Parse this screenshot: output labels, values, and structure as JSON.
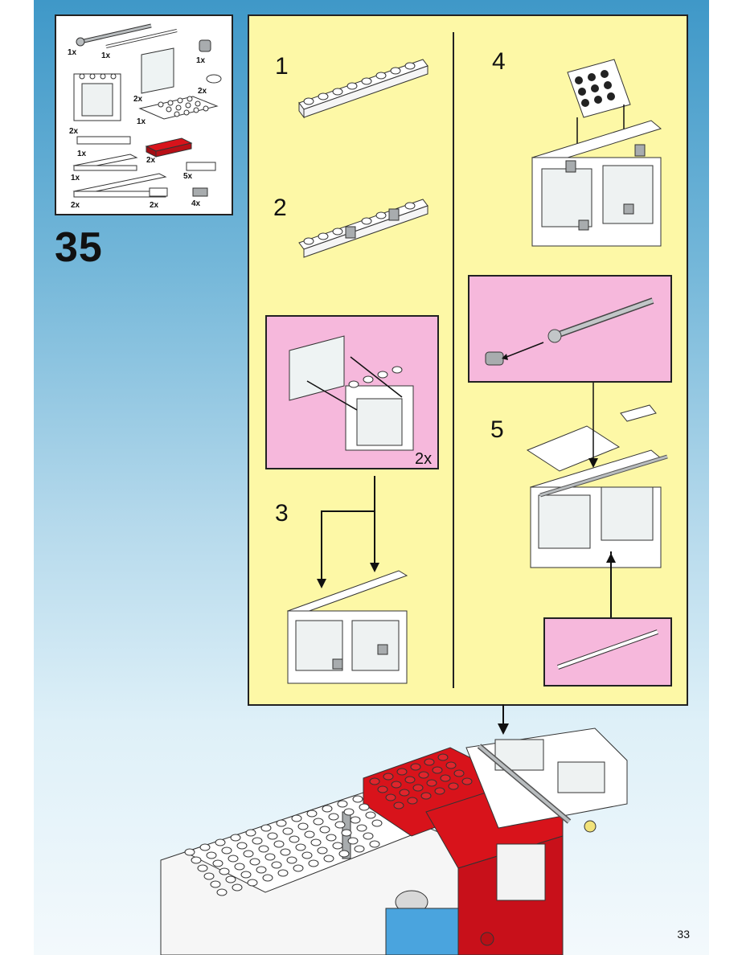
{
  "step": {
    "number": "35"
  },
  "parts_list": {
    "quantities": [
      "1x",
      "1x",
      "1x",
      "2x",
      "2x",
      "2x",
      "1x",
      "1x",
      "2x",
      "1x",
      "5x",
      "2x",
      "2x",
      "4x"
    ]
  },
  "substeps": [
    {
      "label": "1"
    },
    {
      "label": "2"
    },
    {
      "label": "3"
    },
    {
      "label": "4"
    },
    {
      "label": "5"
    }
  ],
  "callouts": {
    "window_subassembly_multiplier": "2x"
  },
  "colors": {
    "page_gradient_top": "#3f98c8",
    "page_gradient_bottom": "#f3f9fc",
    "panel_yellow": "#fdf8a6",
    "callout_pink": "#f6b8dc",
    "brick_red": "#d8131b",
    "brick_white": "#ffffff",
    "brick_gray": "#a8acae"
  },
  "footer": {
    "page_number": "33"
  }
}
